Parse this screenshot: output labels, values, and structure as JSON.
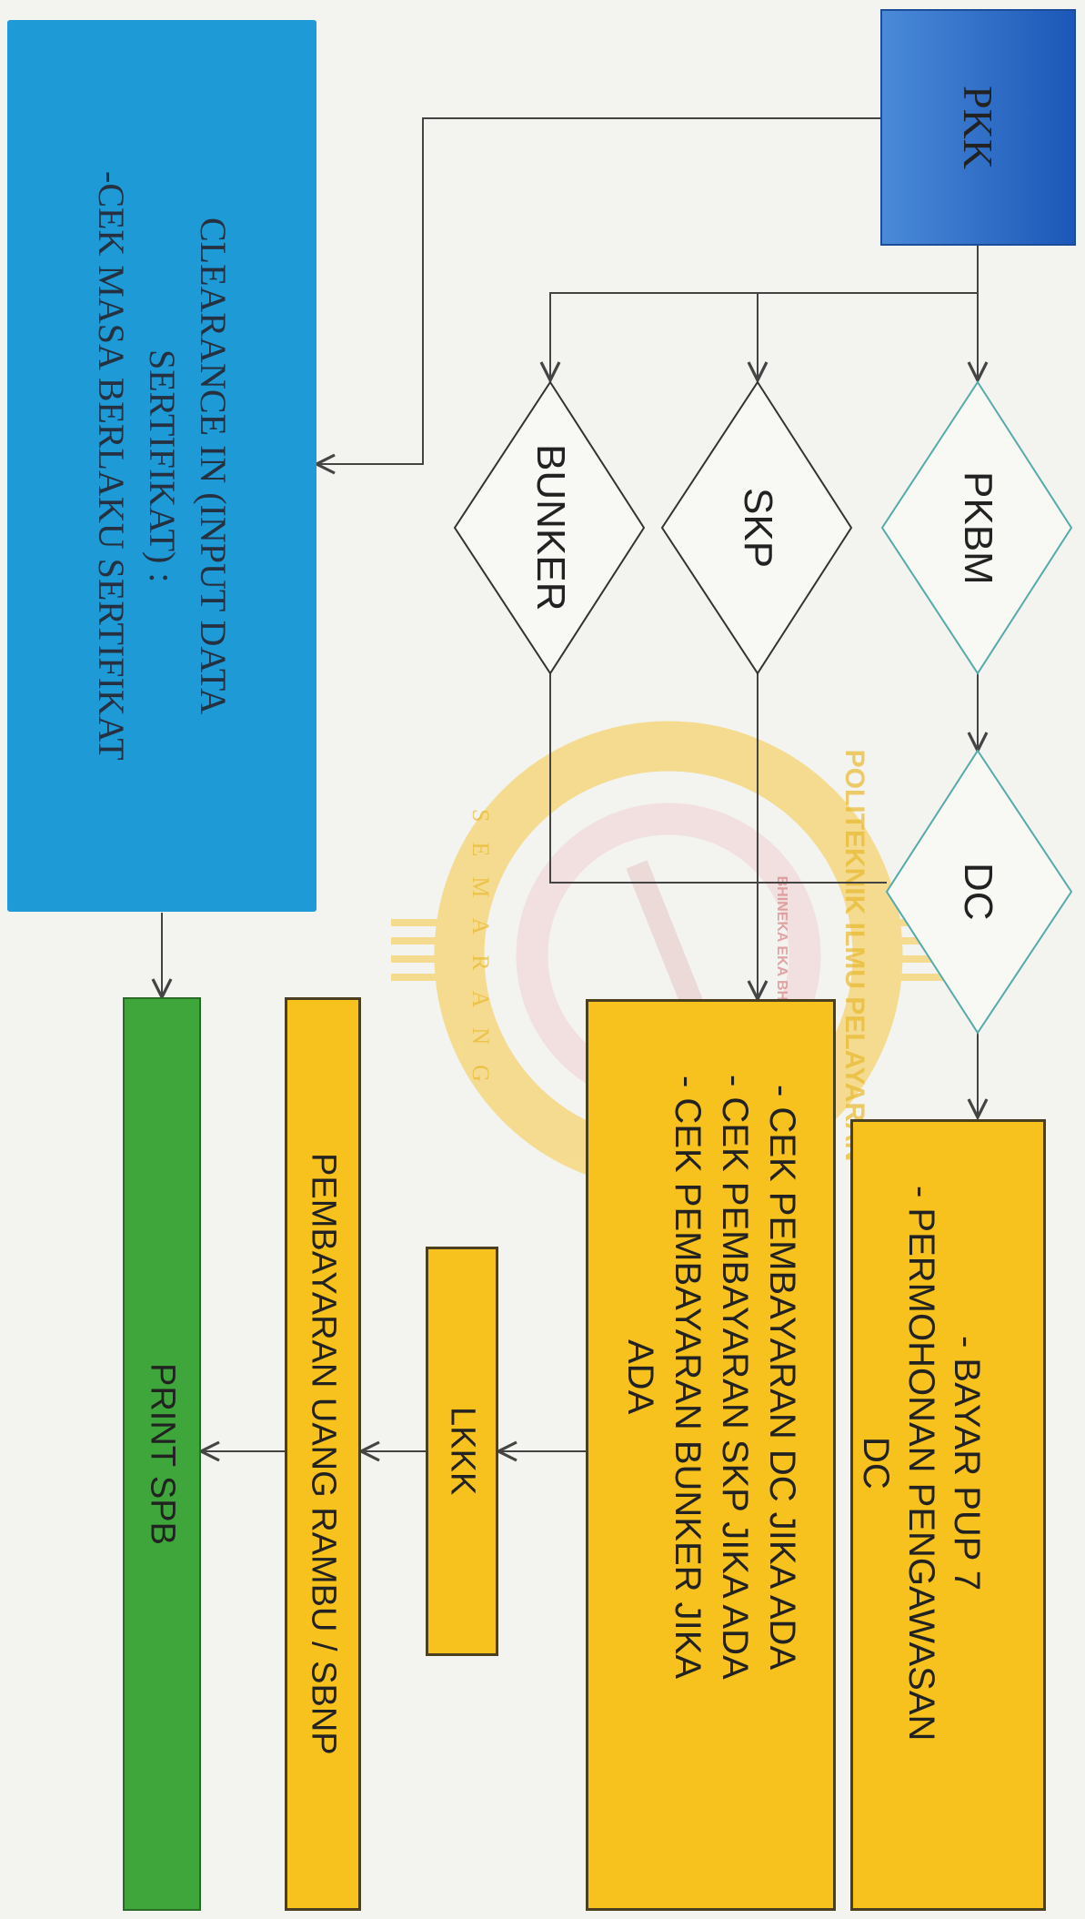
{
  "nodes": {
    "pkk": "PKK",
    "pkbm": "PKBM",
    "skp": "SKP",
    "bunker": "BUNKER",
    "dc": "DC",
    "bayar": [
      "- BAYAR PUP 7",
      "- PERMOHONAN PENGAWASAN",
      "DC"
    ],
    "cek_pembayaran": [
      "- CEK PEMBAYARAN DC JIKA ADA",
      "- CEK PEMBAYARAN SKP JIKA ADA",
      "- CEK PEMBAYARAN BUNKER JIKA",
      "ADA"
    ],
    "lkkk": "LKKK",
    "pembayaran": "PEMBAYARAN UANG RAMBU / SBNP",
    "clearance": [
      "CLEARANCE IN (INPUT DATA",
      "SERTIFIKAT) :",
      "-CEK MASA BERLAKU SERTIFIKAT"
    ],
    "print": "PRINT SPB"
  },
  "watermark": {
    "top": "POLITEKNIK ILMU PELAYARAN",
    "motto": "BHINEKA EKA BHAKTI",
    "city": "SEMARANG"
  },
  "colors": {
    "pkk": "#1f5fbf",
    "clearance": "#1e9ad6",
    "yellow": "#f7c21d",
    "print": "#3ea63a"
  }
}
